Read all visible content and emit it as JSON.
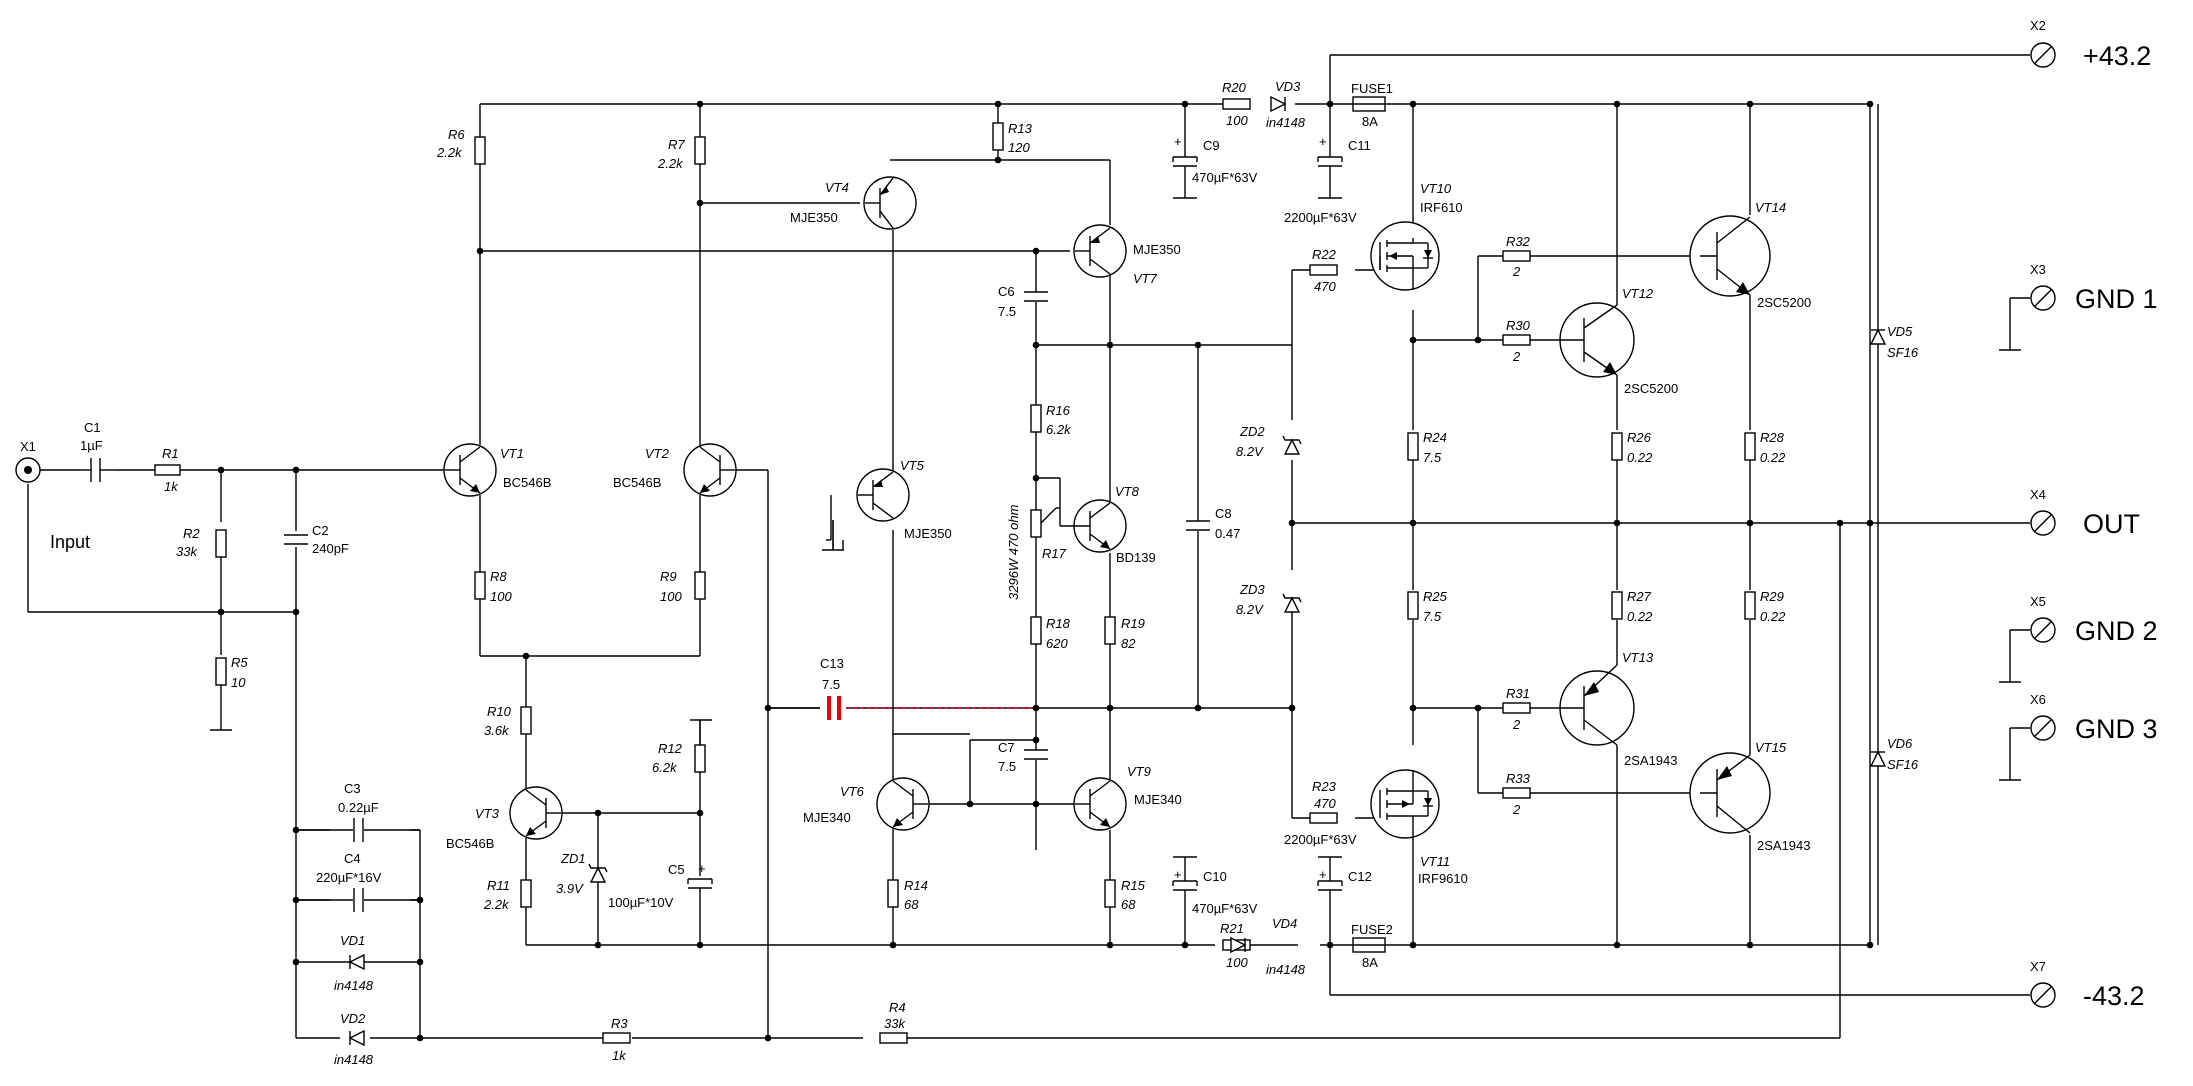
{
  "terminals": {
    "x1": "X1",
    "x1_label": "Input",
    "x2": "X2",
    "x2_label": "+43.2",
    "x3": "X3",
    "x3_label": "GND 1",
    "x4": "X4",
    "x4_label": "OUT",
    "x5": "X5",
    "x5_label": "GND 2",
    "x6": "X6",
    "x6_label": "GND 3",
    "x7": "X7",
    "x7_label": "-43.2"
  },
  "components": {
    "c1": {
      "ref": "C1",
      "value": "1µF"
    },
    "c2": {
      "ref": "C2",
      "value": "240pF"
    },
    "c3": {
      "ref": "C3",
      "value": "0.22µF"
    },
    "c4": {
      "ref": "C4",
      "value": "220µF*16V"
    },
    "c5": {
      "ref": "C5",
      "value": "100µF*10V"
    },
    "c6": {
      "ref": "C6",
      "value": "7.5"
    },
    "c7": {
      "ref": "C7",
      "value": "7.5"
    },
    "c8": {
      "ref": "C8",
      "value": "0.47"
    },
    "c9": {
      "ref": "C9",
      "value": "470µF*63V"
    },
    "c10": {
      "ref": "C10",
      "value": "470µF*63V"
    },
    "c11": {
      "ref": "C11",
      "value": "2200µF*63V"
    },
    "c12": {
      "ref": "C12",
      "value": "2200µF*63V"
    },
    "c13": {
      "ref": "C13",
      "value": "7.5"
    },
    "r1": {
      "ref": "R1",
      "value": "1k"
    },
    "r2": {
      "ref": "R2",
      "value": "33k"
    },
    "r3": {
      "ref": "R3",
      "value": "1k"
    },
    "r4": {
      "ref": "R4",
      "value": "33k"
    },
    "r5": {
      "ref": "R5",
      "value": "10"
    },
    "r6": {
      "ref": "R6",
      "value": "2.2k"
    },
    "r7": {
      "ref": "R7",
      "value": "2.2k"
    },
    "r8": {
      "ref": "R8",
      "value": "100"
    },
    "r9": {
      "ref": "R9",
      "value": "100"
    },
    "r10": {
      "ref": "R10",
      "value": "3.6k"
    },
    "r11": {
      "ref": "R11",
      "value": "2.2k"
    },
    "r12": {
      "ref": "R12",
      "value": "6.2k"
    },
    "r13": {
      "ref": "R13",
      "value": "120"
    },
    "r14": {
      "ref": "R14",
      "value": "68"
    },
    "r15": {
      "ref": "R15",
      "value": "68"
    },
    "r16": {
      "ref": "R16",
      "value": "6.2k"
    },
    "r17": {
      "ref": "R17",
      "value": "3296W 470 ohm"
    },
    "r18": {
      "ref": "R18",
      "value": "620"
    },
    "r19": {
      "ref": "R19",
      "value": "82"
    },
    "r20": {
      "ref": "R20",
      "value": "100"
    },
    "r21": {
      "ref": "R21",
      "value": "100"
    },
    "r22": {
      "ref": "R22",
      "value": "470"
    },
    "r23": {
      "ref": "R23",
      "value": "470"
    },
    "r24": {
      "ref": "R24",
      "value": "7.5"
    },
    "r25": {
      "ref": "R25",
      "value": "7.5"
    },
    "r26": {
      "ref": "R26",
      "value": "0.22"
    },
    "r27": {
      "ref": "R27",
      "value": "0.22"
    },
    "r28": {
      "ref": "R28",
      "value": "0.22"
    },
    "r29": {
      "ref": "R29",
      "value": "0.22"
    },
    "r30": {
      "ref": "R30",
      "value": "2"
    },
    "r31": {
      "ref": "R31",
      "value": "2"
    },
    "r32": {
      "ref": "R32",
      "value": "2"
    },
    "r33": {
      "ref": "R33",
      "value": "2"
    },
    "vt1": {
      "ref": "VT1",
      "value": "BC546B"
    },
    "vt2": {
      "ref": "VT2",
      "value": "BC546B"
    },
    "vt3": {
      "ref": "VT3",
      "value": "BC546B"
    },
    "vt4": {
      "ref": "VT4",
      "value": "MJE350"
    },
    "vt5": {
      "ref": "VT5",
      "value": "MJE350"
    },
    "vt6": {
      "ref": "VT6",
      "value": "MJE340"
    },
    "vt7": {
      "ref": "VT7",
      "value": "MJE350"
    },
    "vt8": {
      "ref": "VT8",
      "value": "BD139"
    },
    "vt9": {
      "ref": "VT9",
      "value": "MJE340"
    },
    "vt10": {
      "ref": "VT10",
      "value": "IRF610"
    },
    "vt11": {
      "ref": "VT11",
      "value": "IRF9610"
    },
    "vt12": {
      "ref": "VT12",
      "value": "2SC5200"
    },
    "vt13": {
      "ref": "VT13",
      "value": "2SA1943"
    },
    "vt14": {
      "ref": "VT14",
      "value": "2SC5200"
    },
    "vt15": {
      "ref": "VT15",
      "value": "2SA1943"
    },
    "vd1": {
      "ref": "VD1",
      "value": "in4148"
    },
    "vd2": {
      "ref": "VD2",
      "value": "in4148"
    },
    "vd3": {
      "ref": "VD3",
      "value": "in4148"
    },
    "vd4": {
      "ref": "VD4",
      "value": "in4148"
    },
    "vd5": {
      "ref": "VD5",
      "value": "SF16"
    },
    "vd6": {
      "ref": "VD6",
      "value": "SF16"
    },
    "zd1": {
      "ref": "ZD1",
      "value": "3.9V"
    },
    "zd2": {
      "ref": "ZD2",
      "value": "8.2V"
    },
    "zd3": {
      "ref": "ZD3",
      "value": "8.2V"
    },
    "fuse1": {
      "ref": "FUSE1",
      "value": "8A"
    },
    "fuse2": {
      "ref": "FUSE2",
      "value": "8A"
    }
  },
  "colors": {
    "wire": "#000000",
    "highlight": "#e8000b",
    "background": "#ffffff"
  }
}
